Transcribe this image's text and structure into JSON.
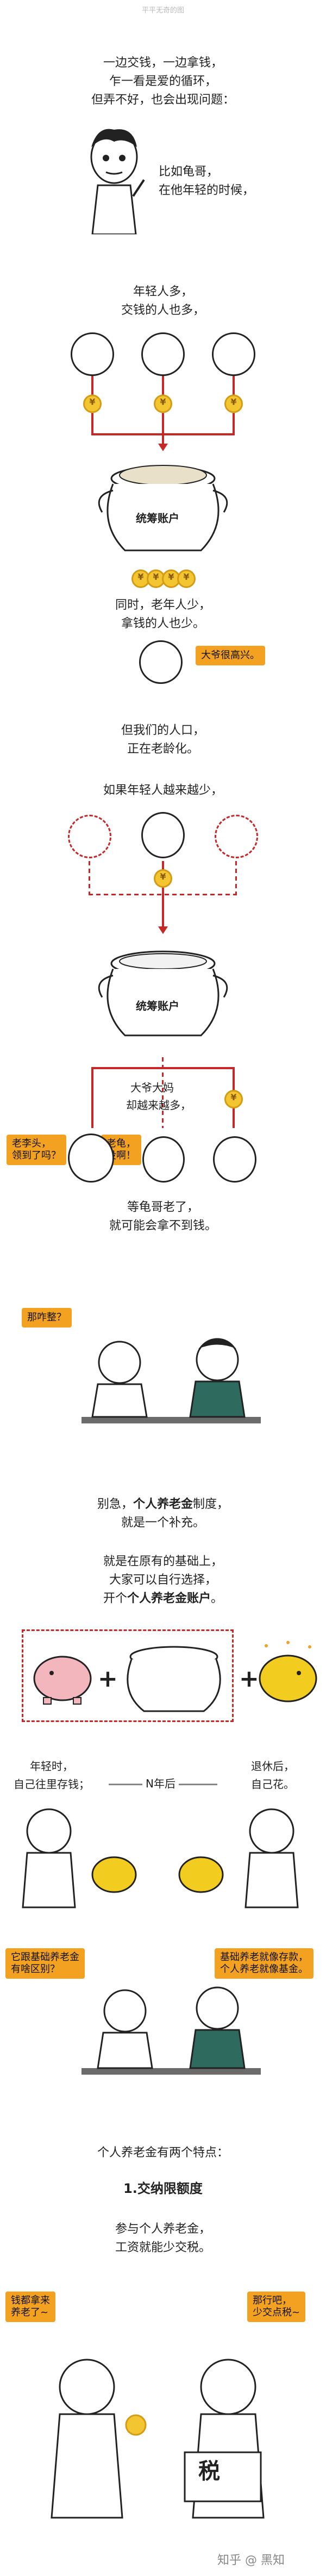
{
  "header": {
    "caption": "平平无奇的图"
  },
  "intro": {
    "line1": "一边交钱，一边拿钱，",
    "line2": "乍一看是爱的循环，",
    "line3": "但弄不好，也会出现问题："
  },
  "guige": {
    "line1": "比如龟哥，",
    "line2": "在他年轻的时候，"
  },
  "young": {
    "line1": "年轻人多，",
    "line2": "交钱的人也多，"
  },
  "pot": {
    "label": "统筹账户"
  },
  "old": {
    "line1": "同时，老年人少，",
    "line2": "拿钱的人也少。"
  },
  "bubbles": {
    "happy": "大爷很高兴。",
    "old_li_1": "老李头，",
    "old_li_2": "领到了吗？",
    "guige_1": "老龟，",
    "guige_2": "没啊！",
    "what": "那咋整？",
    "diff_1": "它跟基础养老金",
    "diff_2": "有啥区别？",
    "ans_1": "基础养老就像存款，",
    "ans_2": "个人养老就像基金。",
    "money_1": "钱都拿来",
    "money_2": "养老了~",
    "tax_1": "那行吧，",
    "tax_2": "少交点税~"
  },
  "aging": {
    "line1": "但我们的人口，",
    "line2": "正在老龄化。"
  },
  "fewer": {
    "line1": "如果年轻人越来越少，"
  },
  "more_old": {
    "line1": "大爷大妈",
    "line2": "却越来越多，"
  },
  "guige_old": {
    "line1": "等龟哥老了，",
    "line2": "就可能会拿不到钱。"
  },
  "personal": {
    "line1_a": "别急，",
    "line1_b": "个人养老金",
    "line1_c": "制度，",
    "line2": "就是一个补充。",
    "line3": "就是在原有的基础上，",
    "line4": "大家可以自行选择，",
    "line5_a": "开个",
    "line5_b": "个人养老金账户",
    "line5_c": "。"
  },
  "timeline": {
    "young_1": "年轻时，",
    "young_2": "自己往里存钱；",
    "mid": "N年后",
    "old_1": "退休后，",
    "old_2": "自己花。"
  },
  "features": {
    "title": "个人养老金有两个特点：",
    "item1": "1.交纳限额度",
    "item1_l1": "参与个人养老金，",
    "item1_l2": "工资就能少交税。"
  },
  "stamp": {
    "tax": "税"
  },
  "watermark": "知乎 @ 黑知"
}
